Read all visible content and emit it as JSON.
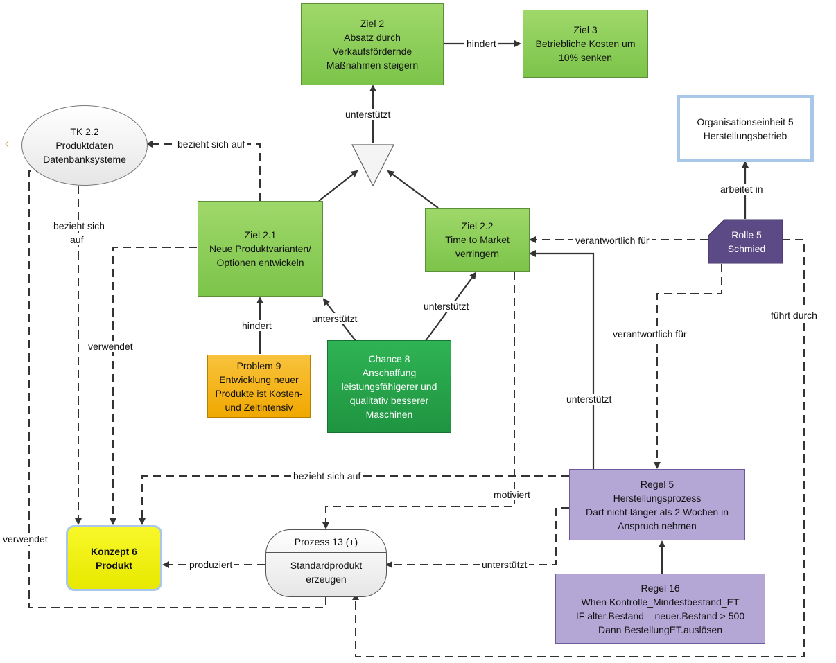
{
  "nodes": {
    "ziel2": [
      "Ziel 2",
      "Absatz durch",
      "Verkaufsfördernde",
      "Maßnahmen steigern"
    ],
    "ziel3": [
      "Ziel 3",
      "Betriebliche Kosten um",
      "10% senken"
    ],
    "org5": [
      "Organisationseinheit 5",
      "Herstellungsbetrieb"
    ],
    "tk22": [
      "TK 2.2",
      "Produktdaten",
      "Datenbanksysteme"
    ],
    "ziel21": [
      "Ziel 2.1",
      "Neue Produktvarianten/",
      "Optionen entwickeln"
    ],
    "ziel22": [
      "Ziel 2.2",
      "Time to Market",
      "verringern"
    ],
    "rolle5": [
      "Rolle 5",
      "Schmied"
    ],
    "problem9": [
      "Problem 9",
      "Entwicklung neuer",
      "Produkte ist Kosten-",
      "und Zeitintensiv"
    ],
    "chance8": [
      "Chance 8",
      "Anschaffung",
      "leistungsfähigerer und",
      "qualitativ besserer",
      "Maschinen"
    ],
    "regel5": [
      "Regel 5",
      "Herstellungsprozess",
      "Darf nicht länger als 2 Wochen in",
      "Anspruch nehmen"
    ],
    "konzept6": [
      "Konzept 6",
      "Produkt"
    ],
    "prozess13_header": "Prozess 13 (+)",
    "prozess13": [
      "Standardprodukt",
      "erzeugen"
    ],
    "regel16": [
      "Regel 16",
      "When Kontrolle_Mindestbestand_ET",
      "IF alter.Bestand – neuer.Bestand > 500",
      "Dann BestellungET.auslösen"
    ]
  },
  "edge_labels": {
    "hindert_top": "hindert",
    "unterstuetzt_top": "unterstützt",
    "bezieht_top": "bezieht sich auf",
    "bezieht_left_1": "bezieht sich",
    "bezieht_left_2": "auf",
    "arbeitet_in": "arbeitet in",
    "verantwortlich_1": "verantwortlich für",
    "verantwortlich_2": "verantwortlich für",
    "hindert_mid": "hindert",
    "unterstuetzt_mid1": "unterstützt",
    "unterstuetzt_mid2": "unterstützt",
    "verwendet_1": "verwendet",
    "fuehrt_durch": "führt durch",
    "unterstuetzt_right": "unterstützt",
    "bezieht_bottom": "bezieht sich auf",
    "motiviert": "motiviert",
    "verwendet_2": "verwendet",
    "produziert": "produziert",
    "unterstuetzt_bottom": "unterstützt"
  },
  "colors": {
    "goal": "#8ccf57",
    "chance": "#23a24a",
    "problem": "#f5b400",
    "rule": "#b4a7d6",
    "role": "#5b4a86",
    "concept": "#eded1f",
    "org_border": "#a9c7e8",
    "line": "#333333"
  }
}
